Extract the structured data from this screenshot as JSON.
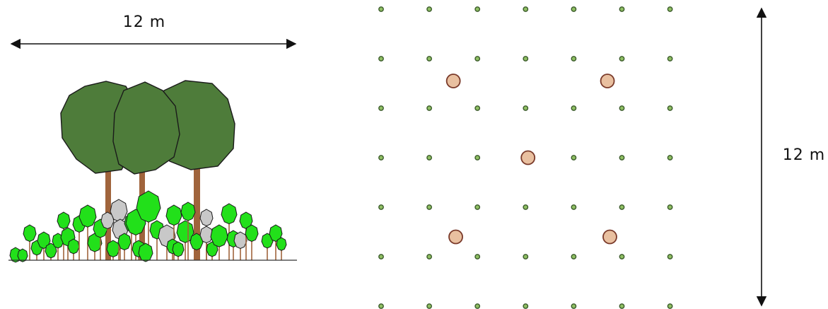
{
  "diagram": {
    "side_view": {
      "width_label": "12 m"
    },
    "plan_view": {
      "height_label": "12 m",
      "grid_columns": 7,
      "grid_rows": 7,
      "large_trees": [
        {
          "col": 1.5,
          "row": 1.45
        },
        {
          "col": 4.7,
          "row": 1.45
        },
        {
          "col": 3.05,
          "row": 3.0
        },
        {
          "col": 1.55,
          "row": 4.6
        },
        {
          "col": 4.75,
          "row": 4.6
        }
      ]
    },
    "colors": {
      "canopy_dark": "#4e7c3a",
      "shrub_green": "#22e01a",
      "shrub_gray": "#c8c8c8",
      "trunk": "#a0643c",
      "grid_dot_fill": "#8fbf63",
      "grid_dot_stroke": "#3a5a2a",
      "big_dot_fill": "#e9c0a0",
      "big_dot_stroke": "#7a3a2a"
    }
  }
}
